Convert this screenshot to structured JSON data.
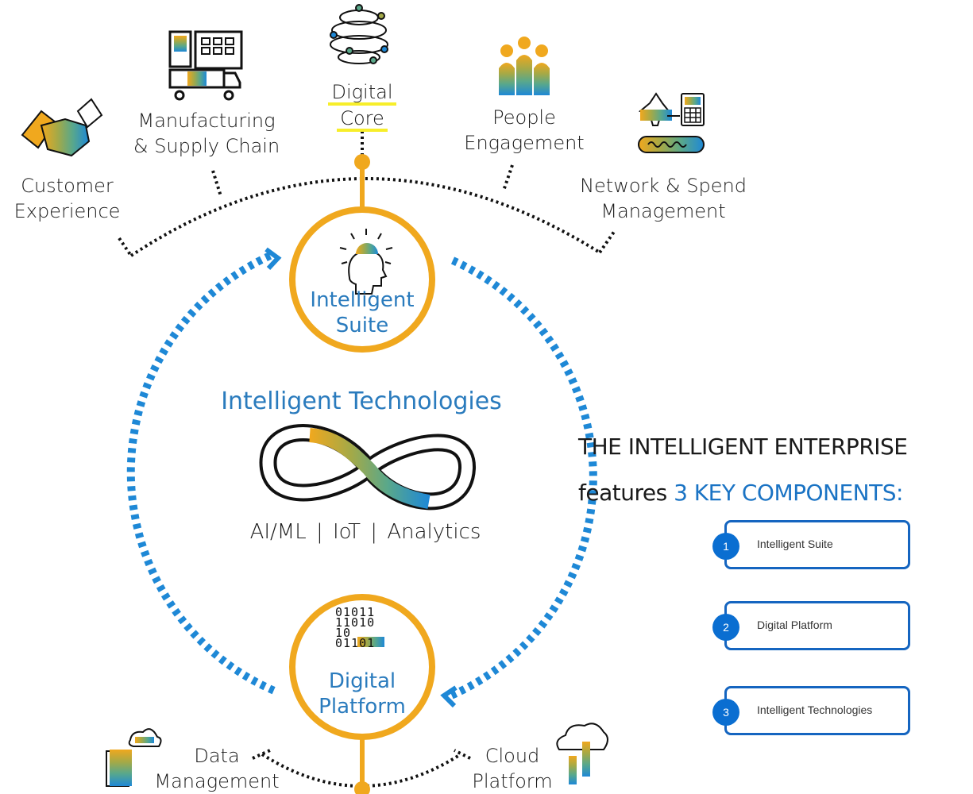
{
  "lob": {
    "customer_experience": [
      "Customer",
      "Experience"
    ],
    "manufacturing": [
      "Manufacturing",
      "& Supply Chain"
    ],
    "digital_core": [
      "Digital",
      "Core"
    ],
    "people": [
      "People",
      "Engagement"
    ],
    "network": [
      "Network & Spend",
      "Management"
    ]
  },
  "center": {
    "suite": [
      "Intelligent",
      "Suite"
    ],
    "technologies_title": "Intelligent Technologies",
    "technologies_caption": "AI/ML  |  IoT |  Analytics",
    "platform": [
      "Digital",
      "Platform"
    ],
    "binary": [
      "01011",
      "11010",
      "10",
      "01101"
    ]
  },
  "bottom": {
    "data_mgmt": [
      "Data",
      "Management"
    ],
    "cloud": [
      "Cloud",
      "Platform"
    ]
  },
  "headline": {
    "line1": "THE INTELLIGENT ENTERPRISE",
    "line2_prefix": "features ",
    "line2_accent": "3 KEY COMPONENTS:"
  },
  "components": [
    {
      "num": "1",
      "label": "Intelligent Suite"
    },
    {
      "num": "2",
      "label": "Digital Platform"
    },
    {
      "num": "3",
      "label": "Intelligent Technologies"
    }
  ],
  "colors": {
    "orange": "#f0a81e",
    "blue": "#1e88d6",
    "dark_blue": "#1565c0",
    "yellow": "#f7ee2a",
    "olive": "#a3a948",
    "teal": "#5aa88a"
  }
}
